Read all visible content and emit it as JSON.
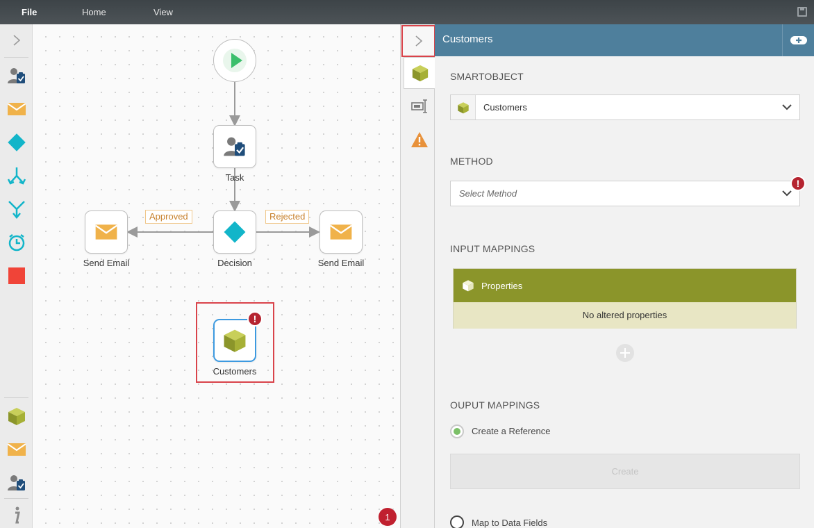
{
  "menu": {
    "file": "File",
    "home": "Home",
    "view": "View",
    "save_icon": "save-icon"
  },
  "toolbox": {
    "items": [
      "expand-icon",
      "user-task-icon",
      "email-icon",
      "decision-icon",
      "split-icon",
      "merge-icon",
      "timer-icon",
      "end-icon",
      "smartobject-icon",
      "email-icon",
      "user-task-icon",
      "info-icon"
    ]
  },
  "canvas": {
    "nodes": {
      "task": "Task",
      "decision": "Decision",
      "send_email_left": "Send Email",
      "send_email_right": "Send Email",
      "customers": "Customers"
    },
    "line_labels": {
      "approved": "Approved",
      "rejected": "Rejected"
    },
    "error_mark": "!",
    "error_count": "1"
  },
  "panel": {
    "title": "Customers",
    "smartobject": {
      "heading": "SMARTOBJECT",
      "value": "Customers"
    },
    "method": {
      "heading": "METHOD",
      "placeholder": "Select Method",
      "error_mark": "!"
    },
    "input_mappings": {
      "heading": "INPUT MAPPINGS",
      "header": "Properties",
      "body": "No altered properties"
    },
    "output_mappings": {
      "heading": "OUPUT MAPPINGS",
      "option1": "Create a Reference",
      "create_button": "Create",
      "option2": "Map to Data Fields"
    }
  },
  "colors": {
    "accent": "#4e7f9c",
    "olive": "#8b952a",
    "error": "#b52430",
    "teal": "#12b5c9",
    "orange": "#f0b24a"
  }
}
